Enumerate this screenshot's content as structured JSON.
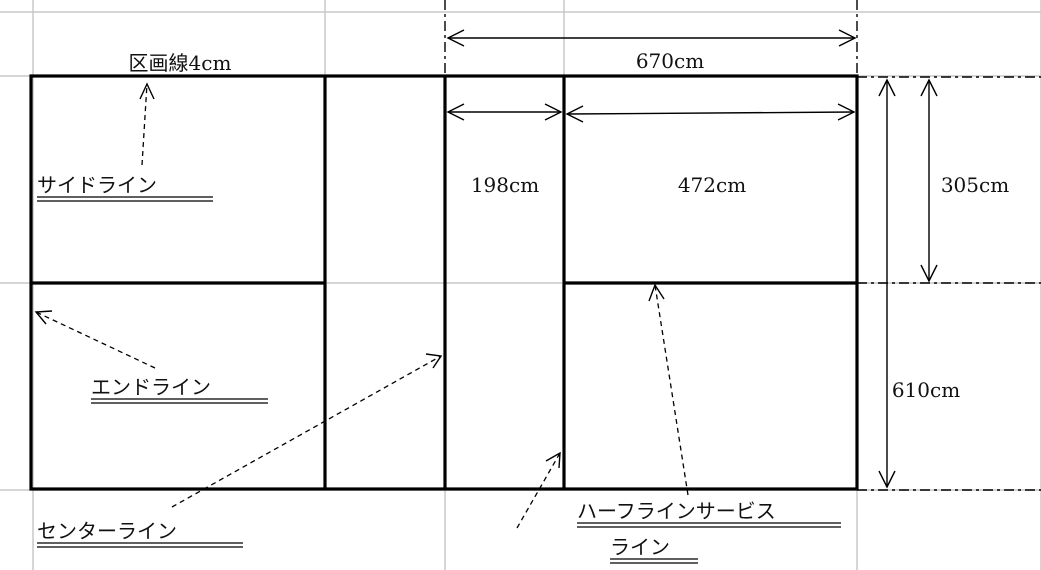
{
  "labels": {
    "line_width": "区画線4cm",
    "side_line": "サイドライン",
    "end_line": "エンドライン",
    "center_line": "センターライン",
    "half_service_line_1": "ハーフラインサービス",
    "half_service_line_2": "ライン"
  },
  "dimensions": {
    "total_width": "670cm",
    "short_service": "198cm",
    "service_length": "472cm",
    "half_width": "305cm",
    "full_width": "610cm"
  }
}
